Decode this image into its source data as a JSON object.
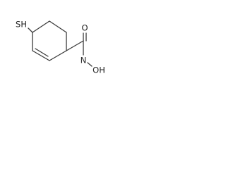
{
  "molecule": {
    "atom_labels": {
      "thiol": "SH",
      "carbonyl_oxygen": "O",
      "amide_nitrogen": "N",
      "hydroxyl": "OH"
    },
    "colors": {
      "bond": "#3a3a3a",
      "label": "#222222",
      "background": "#ffffff"
    }
  }
}
